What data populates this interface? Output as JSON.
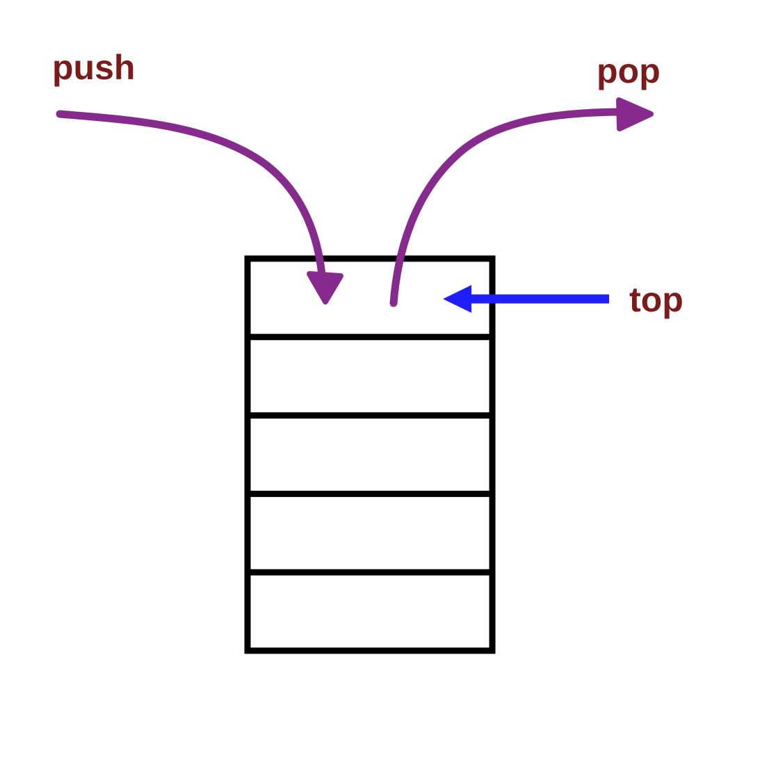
{
  "diagram": {
    "title": "stack-push-pop-diagram",
    "labels": {
      "push": "push",
      "pop": "pop",
      "top": "top"
    },
    "colors": {
      "operation_arrow": "#872A8D",
      "label_text": "#7B1B1B",
      "top_pointer_arrow": "#1E1EFF",
      "stack_border": "#000000",
      "background": "#FFFFFF"
    },
    "stack": {
      "cell_count": 5
    }
  }
}
